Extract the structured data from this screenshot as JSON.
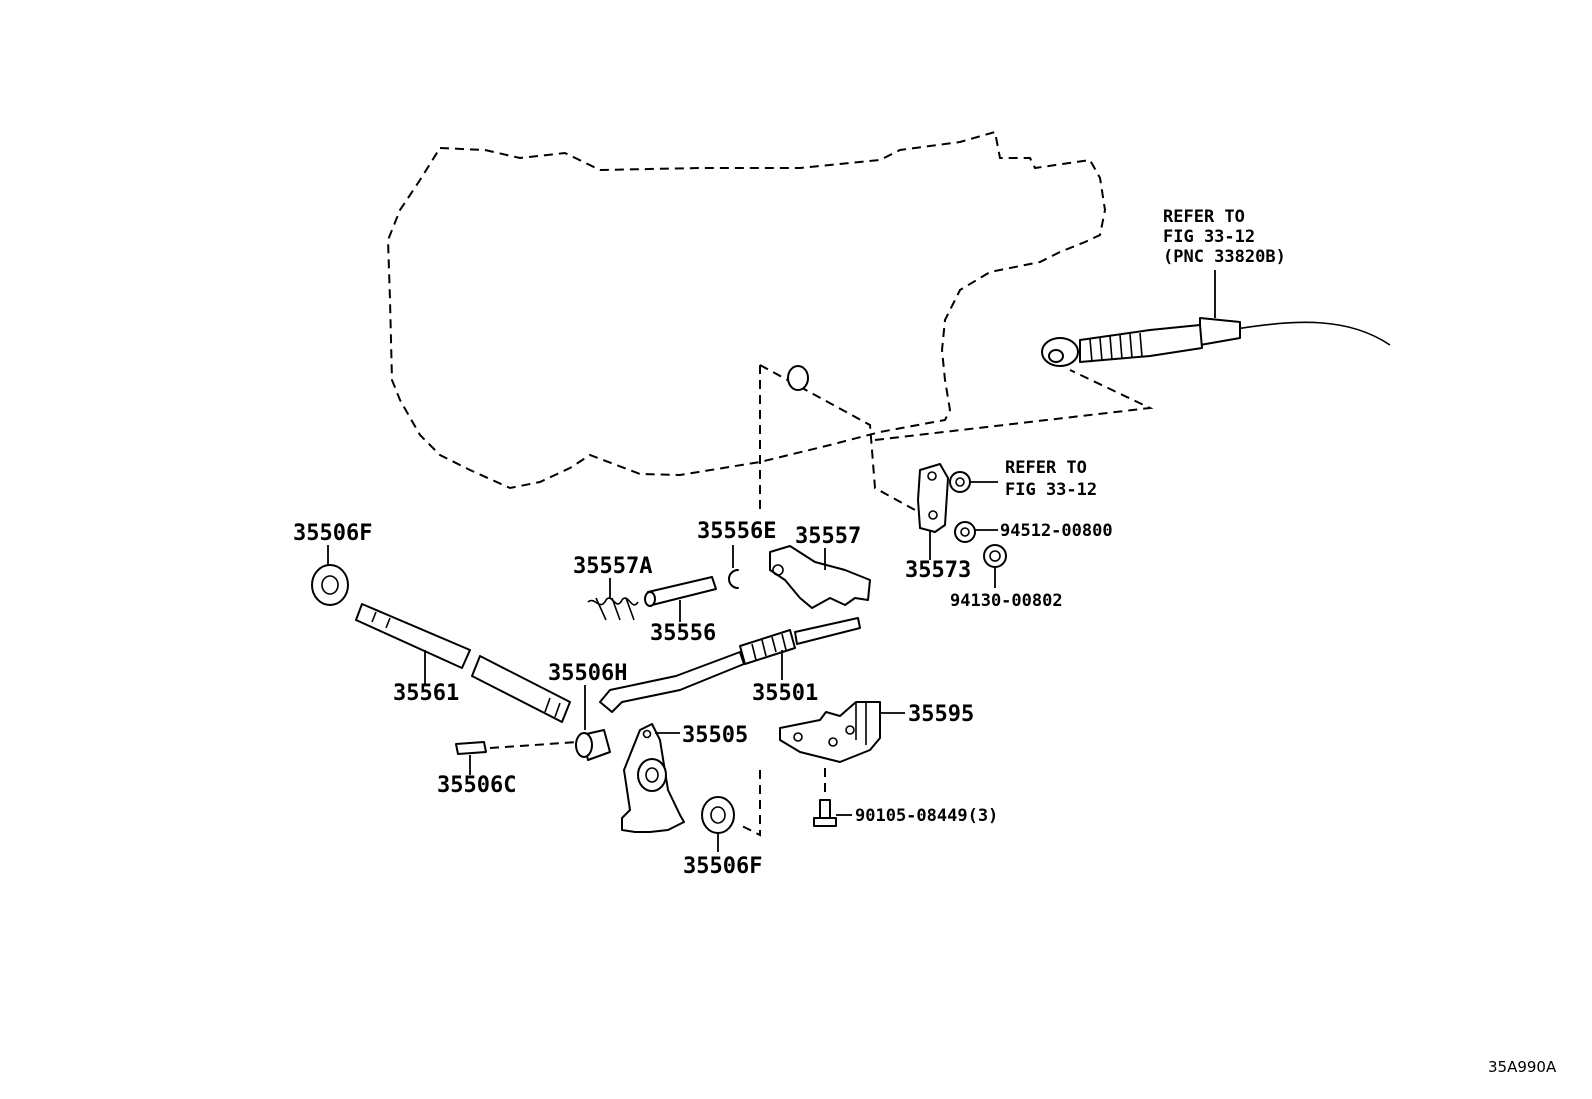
{
  "diagram_code": "35A990A",
  "references": {
    "cable": [
      "REFER TO",
      "FIG 33-12",
      "(PNC 33820B)"
    ],
    "nut": [
      "REFER TO",
      "FIG 33-12"
    ]
  },
  "parts": {
    "p35506F_top": "35506F",
    "p35561": "35561",
    "p35506C": "35506C",
    "p35506H": "35506H",
    "p35505": "35505",
    "p35506F_bottom": "35506F",
    "p35557A": "35557A",
    "p35556": "35556",
    "p35556E": "35556E",
    "p35557": "35557",
    "p35501": "35501",
    "p35573": "35573",
    "p35595": "35595",
    "p94512": "94512-00800",
    "p94130": "94130-00802",
    "p90105": "90105-08449(3)"
  }
}
